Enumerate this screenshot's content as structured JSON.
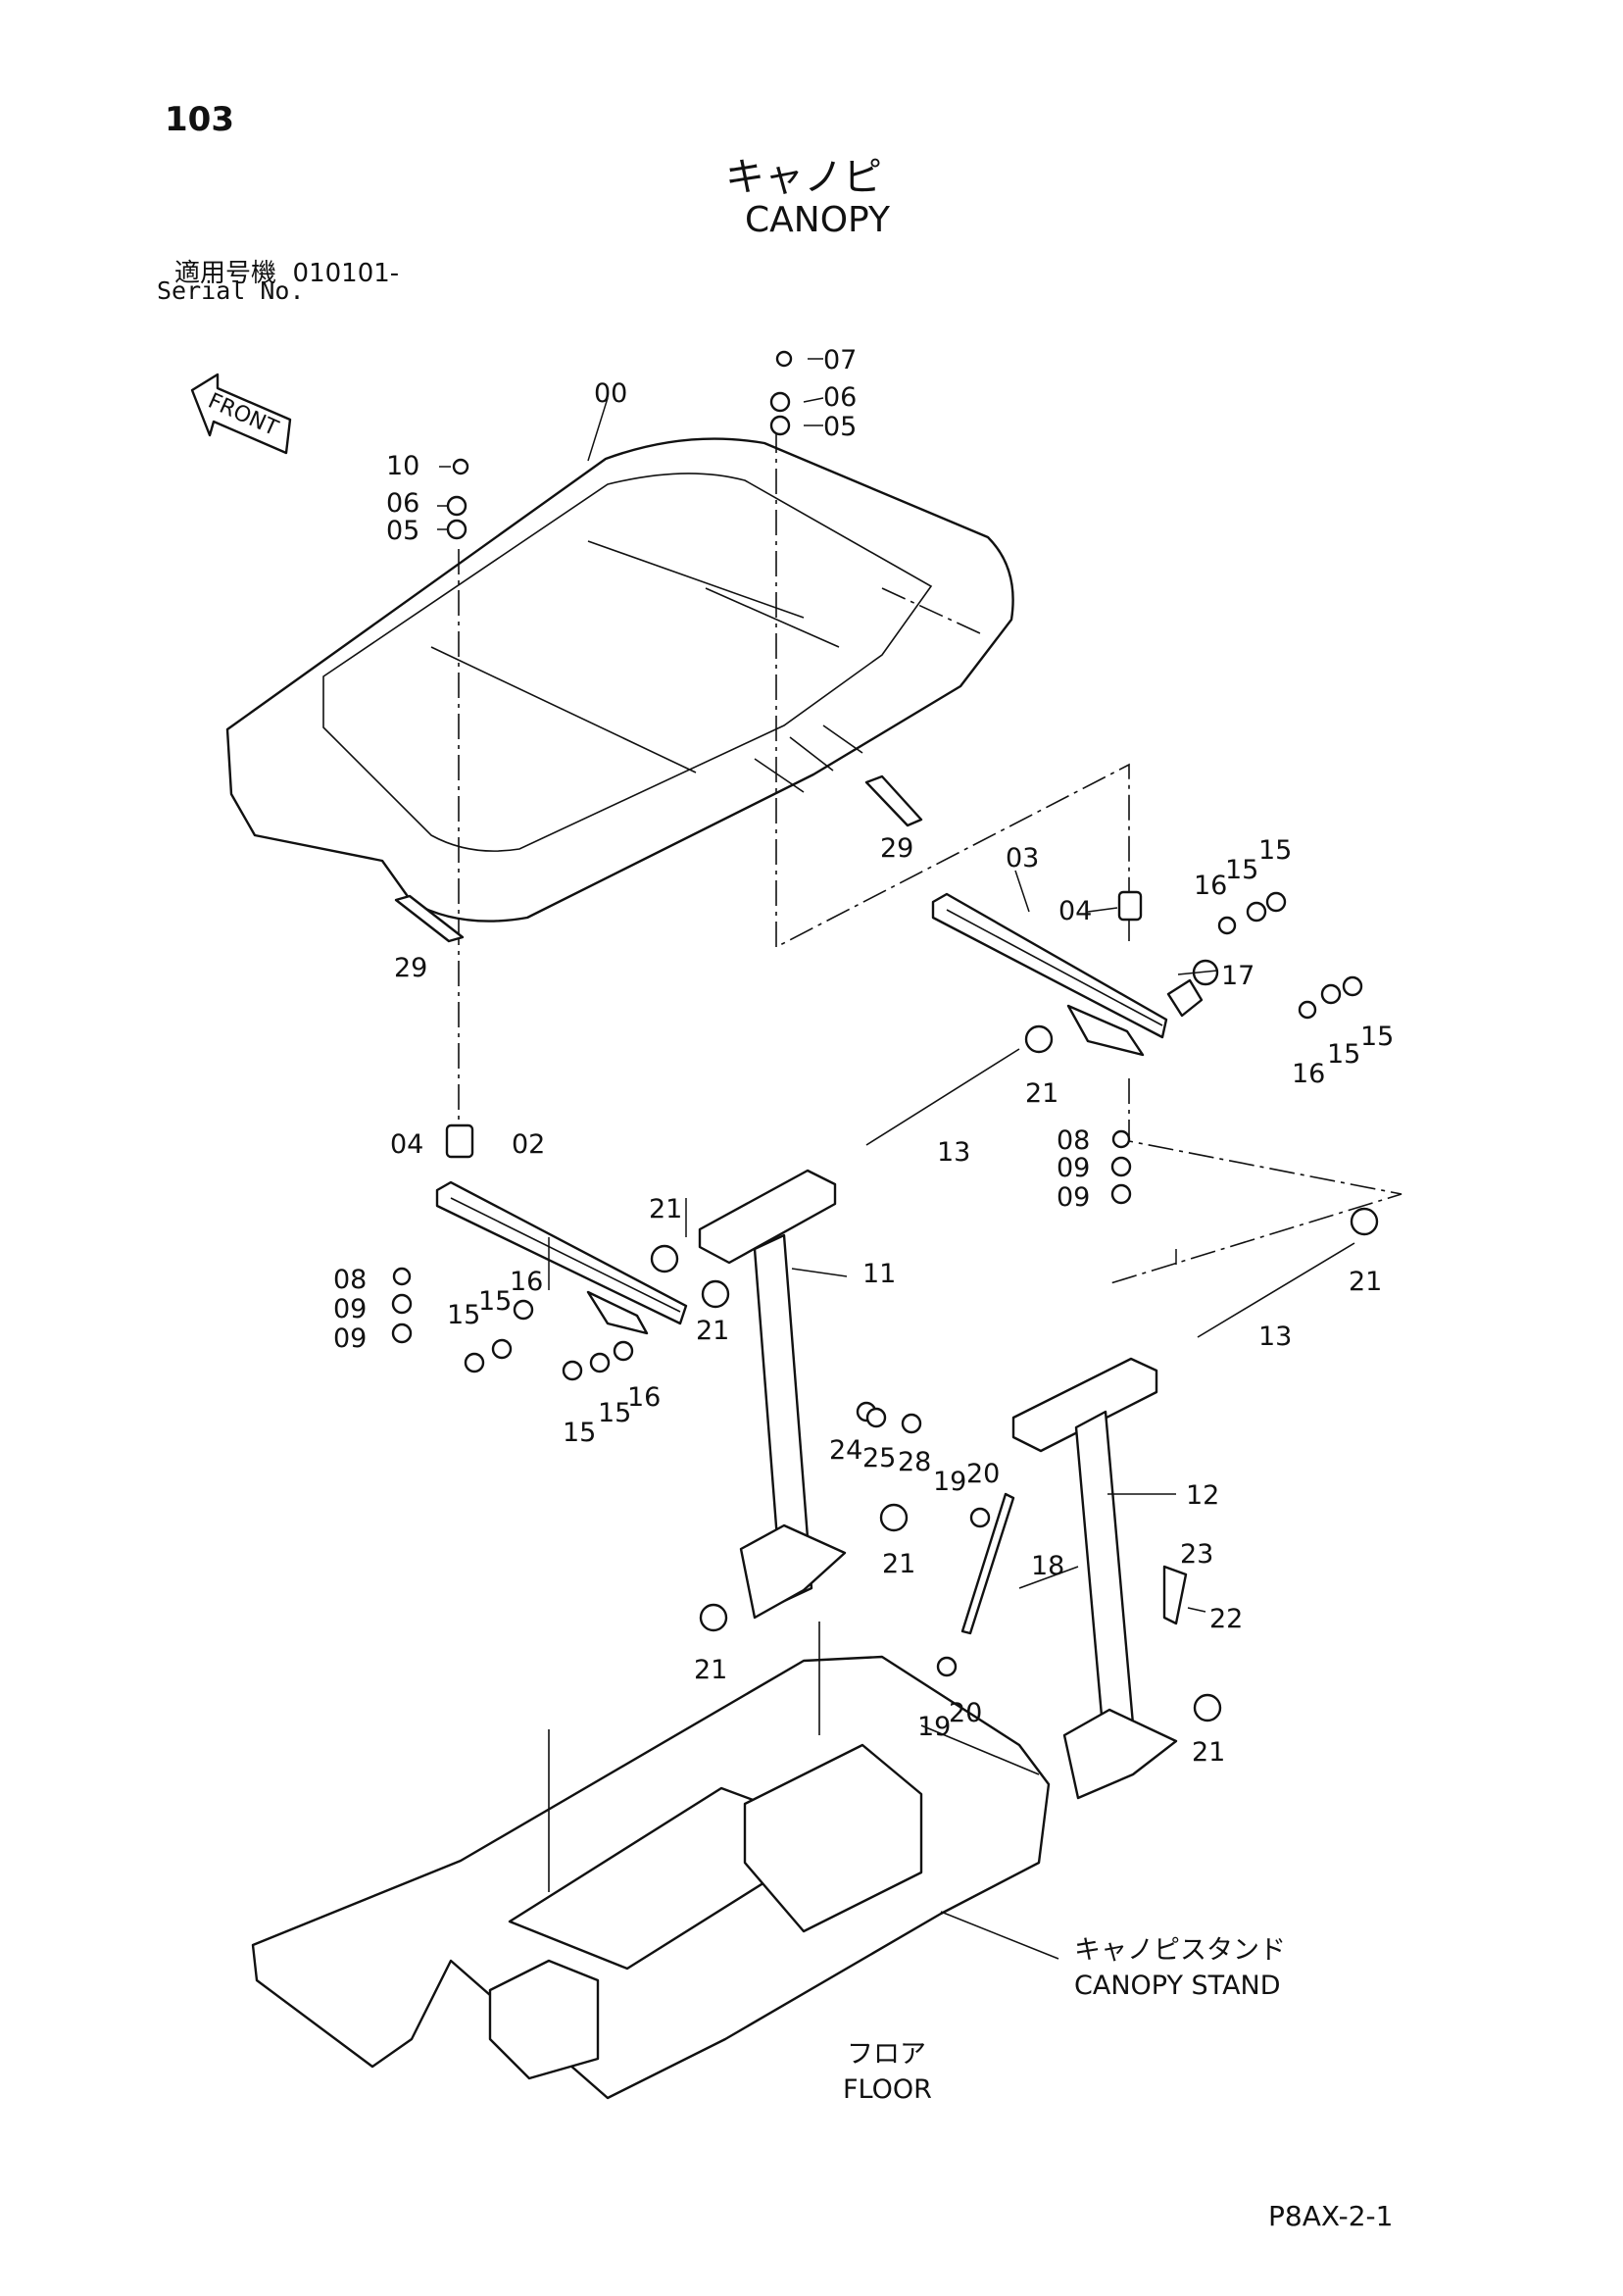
{
  "page": {
    "page_number": "103",
    "title_ja": "キャノピ",
    "title_en": "CANOPY",
    "serial_label_ja": "適用号機",
    "serial_value": "010101-",
    "serial_label_en": "Serial No.",
    "drawing_code": "P8AX-2-1"
  },
  "front_arrow_label": "FRONT",
  "parts": {
    "p00": "00",
    "p02": "02",
    "p03": "03",
    "p04a": "04",
    "p04b": "04",
    "p05a": "05",
    "p05b": "05",
    "p06a": "06",
    "p06b": "06",
    "p07": "07",
    "p08a": "08",
    "p08b": "08",
    "p09a": "09",
    "p09b": "09",
    "p09c": "09",
    "p09d": "09",
    "p10": "10",
    "p11": "11",
    "p12": "12",
    "p13a": "13",
    "p13b": "13",
    "p15a": "15",
    "p15b": "15",
    "p15c": "15",
    "p15d": "15",
    "p15e": "15",
    "p15f": "15",
    "p15g": "15",
    "p15h": "15",
    "p16a": "16",
    "p16b": "16",
    "p16c": "16",
    "p16d": "16",
    "p17": "17",
    "p18": "18",
    "p19a": "19",
    "p19b": "19",
    "p20a": "20",
    "p20b": "20",
    "p21a": "21",
    "p21b": "21",
    "p21c": "21",
    "p21d": "21",
    "p21e": "21",
    "p21f": "21",
    "p21g": "21",
    "p22": "22",
    "p23": "23",
    "p24": "24",
    "p25": "25",
    "p28": "28",
    "p29a": "29",
    "p29b": "29"
  },
  "assemblies": {
    "canopy_stand_ja": "キャノピスタンド",
    "canopy_stand_en": "CANOPY STAND",
    "floor_ja": "フロア",
    "floor_en": "FLOOR"
  }
}
